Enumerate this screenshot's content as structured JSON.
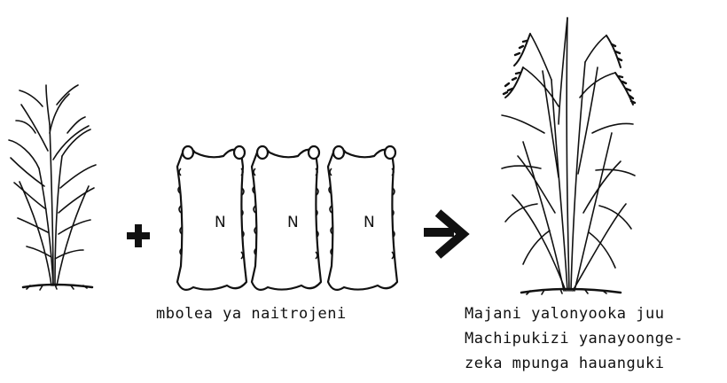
{
  "bags": {
    "labels": [
      "N",
      "N",
      "N"
    ],
    "caption": "mbolea ya naitrojeni"
  },
  "result": {
    "lines": [
      "Majani yalonyooka juu",
      "Machipukizi yanayoonge-",
      "zeka mpunga hauanguki"
    ]
  }
}
